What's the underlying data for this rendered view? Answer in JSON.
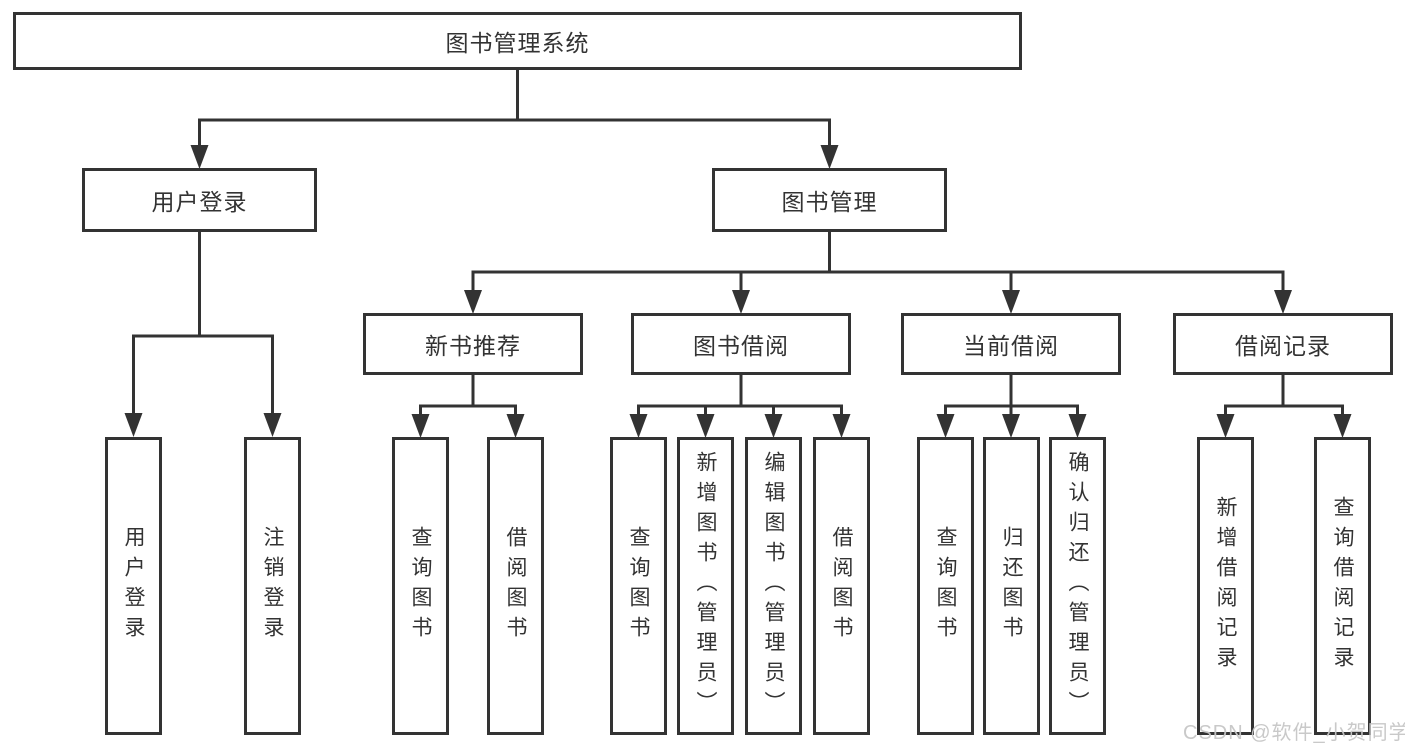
{
  "colors": {
    "line": "#333333",
    "box_border": "#333333",
    "box_background": "#ffffff",
    "watermark": "#c6c6c6"
  },
  "watermark": {
    "text": "CSDN @软件_小贺同学"
  },
  "tree": {
    "root": {
      "label": "图书管理系统"
    },
    "branches": [
      {
        "label": "用户登录",
        "leaves": [
          "用户登录",
          "注销登录"
        ]
      },
      {
        "label": "图书管理",
        "categories": [
          {
            "label": "新书推荐",
            "leaves": [
              "查询图书",
              "借阅图书"
            ]
          },
          {
            "label": "图书借阅",
            "leaves": [
              "查询图书",
              "新增图书（管理员）",
              "编辑图书（管理员）",
              "借阅图书"
            ]
          },
          {
            "label": "当前借阅",
            "leaves": [
              "查询图书",
              "归还图书",
              "确认归还（管理员）"
            ]
          },
          {
            "label": "借阅记录",
            "leaves": [
              "新增借阅记录",
              "查询借阅记录"
            ]
          }
        ]
      }
    ]
  }
}
